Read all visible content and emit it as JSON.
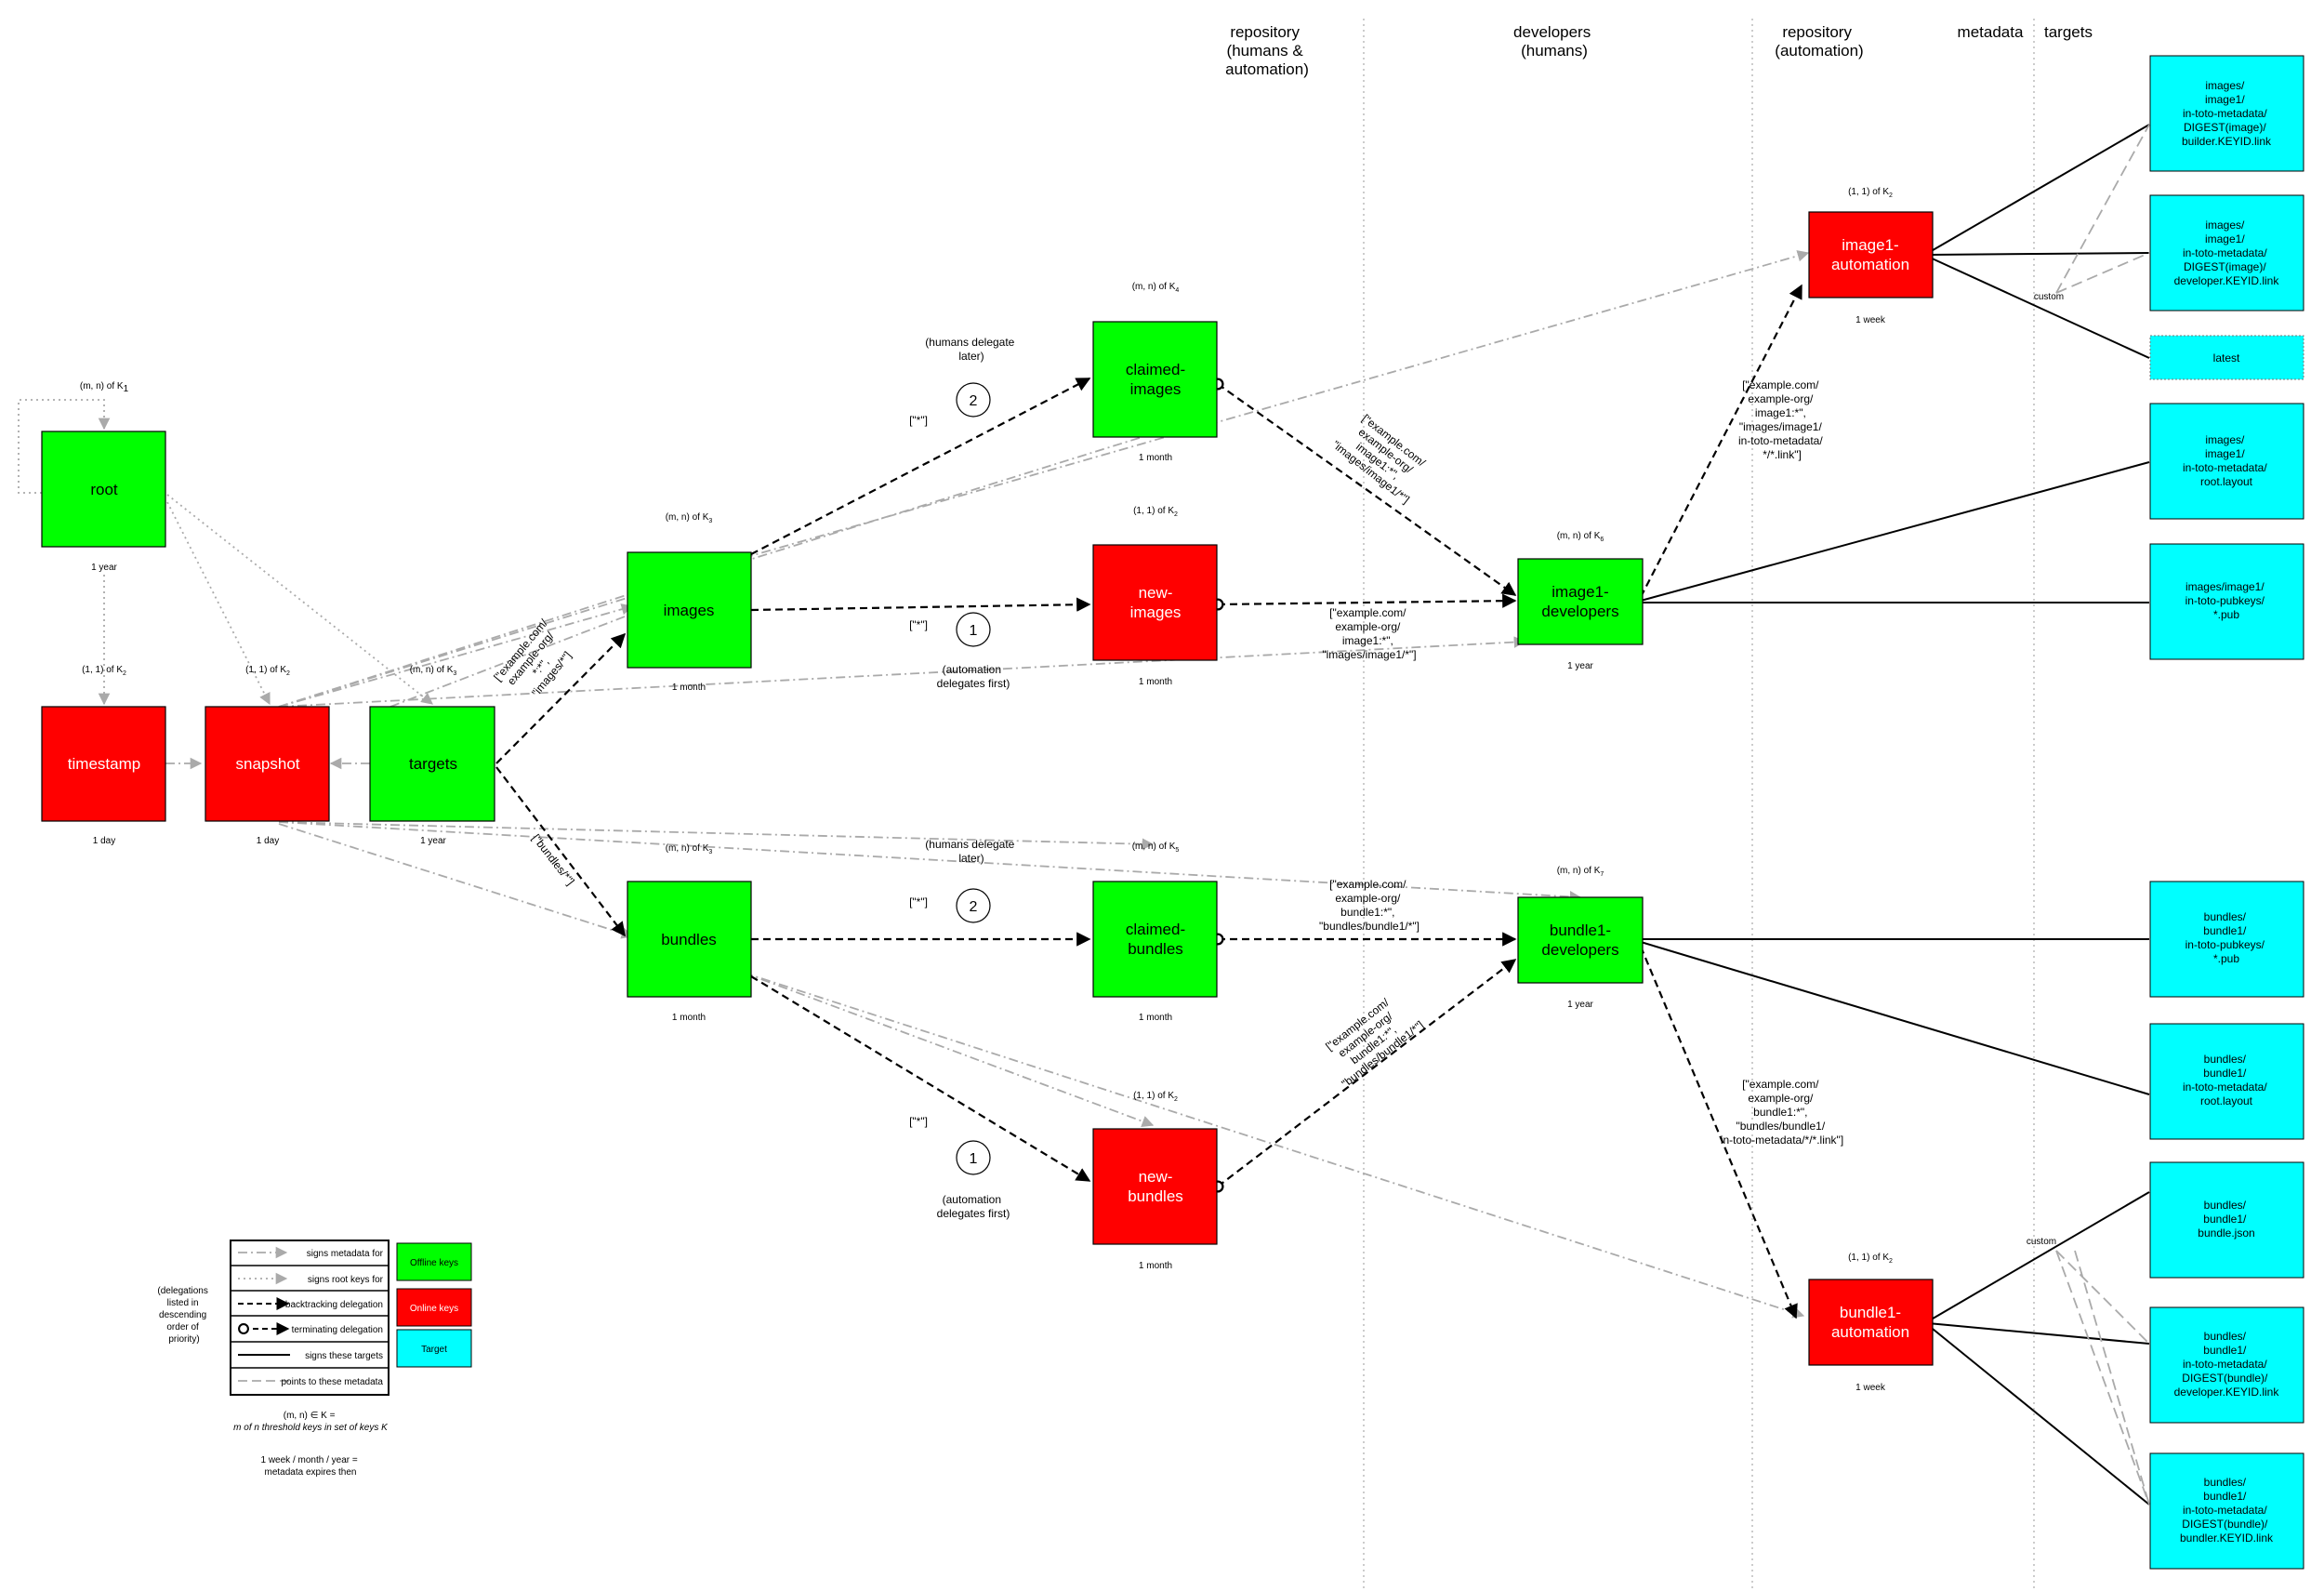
{
  "colors": {
    "offline": "#00ff00",
    "online": "#ff0000",
    "target": "#00ffff",
    "meta_link": "#aaaaaa"
  },
  "columns": {
    "repo_humans": [
      "repository",
      "(humans &",
      "automation)"
    ],
    "developers": [
      "developers",
      "(humans)"
    ],
    "repo_automation": [
      "repository",
      "(automation)"
    ],
    "metadata": "metadata",
    "targets": "targets"
  },
  "roles": {
    "root": {
      "label": [
        "root"
      ],
      "keys": "(m, n) of K",
      "sub": "1",
      "expiry": "1 year",
      "key_type": "offline"
    },
    "timestamp": {
      "label": [
        "timestamp"
      ],
      "keys": "(1, 1) of K",
      "sub": "2",
      "expiry": "1 day",
      "key_type": "online"
    },
    "snapshot": {
      "label": [
        "snapshot"
      ],
      "keys": "(1, 1) of K",
      "sub": "2",
      "expiry": "1 day",
      "key_type": "online"
    },
    "targets": {
      "label": [
        "targets"
      ],
      "keys": "(m, n) of K",
      "sub": "3",
      "expiry": "1 year",
      "key_type": "offline"
    },
    "images": {
      "label": [
        "images"
      ],
      "keys": "(m, n) of K",
      "sub": "3",
      "expiry": "1 month",
      "key_type": "offline"
    },
    "bundles": {
      "label": [
        "bundles"
      ],
      "keys": "(m, n) of K",
      "sub": "3",
      "expiry": "1 month",
      "key_type": "offline"
    },
    "claimed_images": {
      "label": [
        "claimed-",
        "images"
      ],
      "keys": "(m, n) of K",
      "sub": "4",
      "expiry": "1 month",
      "key_type": "offline"
    },
    "new_images": {
      "label": [
        "new-",
        "images"
      ],
      "keys": "(1, 1) of K",
      "sub": "2",
      "expiry": "1 month",
      "key_type": "online"
    },
    "claimed_bundles": {
      "label": [
        "claimed-",
        "bundles"
      ],
      "keys": "(m, n) of K",
      "sub": "5",
      "expiry": "1 month",
      "key_type": "offline"
    },
    "new_bundles": {
      "label": [
        "new-",
        "bundles"
      ],
      "keys": "(1, 1) of K",
      "sub": "2",
      "expiry": "1 month",
      "key_type": "online"
    },
    "image1_developers": {
      "label": [
        "image1-",
        "developers"
      ],
      "keys": "(m, n) of K",
      "sub": "6",
      "expiry": "1 year",
      "key_type": "offline"
    },
    "bundle1_developers": {
      "label": [
        "bundle1-",
        "developers"
      ],
      "keys": "(m, n) of K",
      "sub": "7",
      "expiry": "1 year",
      "key_type": "offline"
    },
    "image1_automation": {
      "label": [
        "image1-",
        "automation"
      ],
      "keys": "(1, 1) of K",
      "sub": "2",
      "expiry": "1 week",
      "key_type": "online"
    },
    "bundle1_automation": {
      "label": [
        "bundle1-",
        "automation"
      ],
      "keys": "(1, 1) of K",
      "sub": "2",
      "expiry": "1 week",
      "key_type": "online"
    }
  },
  "targets_list": {
    "t1": [
      "images/",
      "image1/",
      "in-toto-metadata/",
      "DIGEST(image)/",
      "builder.KEYID.link"
    ],
    "t2": [
      "images/",
      "image1/",
      "in-toto-metadata/",
      "DIGEST(image)/",
      "developer.KEYID.link"
    ],
    "t3": [
      "latest"
    ],
    "t4": [
      "images/",
      "image1/",
      "in-toto-metadata/",
      "root.layout"
    ],
    "t5": [
      "images/image1/",
      "in-toto-pubkeys/",
      "*.pub"
    ],
    "t6": [
      "bundles/",
      "bundle1/",
      "in-toto-pubkeys/",
      "*.pub"
    ],
    "t7": [
      "bundles/",
      "bundle1/",
      "in-toto-metadata/",
      "root.layout"
    ],
    "t8": [
      "bundles/",
      "bundle1/",
      "bundle.json"
    ],
    "t9": [
      "bundles/",
      "bundle1/",
      "in-toto-metadata/",
      "DIGEST(bundle)/",
      "developer.KEYID.link"
    ],
    "t10": [
      "bundles/",
      "bundle1/",
      "in-toto-metadata/",
      "DIGEST(bundle)/",
      "bundler.KEYID.link"
    ]
  },
  "edge_labels": {
    "targets_images": [
      "[\"example.com/",
      "example-org/",
      "*:*\",",
      "\"images/*\"]"
    ],
    "targets_bundles": "[\"bundles/*\"]",
    "images_claimed": "[\"*\"]",
    "images_new": "[\"*\"]",
    "bundles_claimed": "[\"*\"]",
    "bundles_new": "[\"*\"]",
    "claimed_images_dev": [
      "[\"example.com/",
      "example-org/",
      "image1:*\",",
      "\"images/image1/*\"]"
    ],
    "new_images_dev": [
      "[\"example.com/",
      "example-org/",
      "image1:*\",",
      "\"images/image1/*\"]"
    ],
    "claimed_bundles_dev": [
      "[\"example.com/",
      "example-org/",
      "bundle1:*\",",
      "\"bundles/bundle1/*\"]"
    ],
    "new_bundles_dev": [
      "[\"example.com/",
      "example-org/",
      "bundle1:*\",",
      "\"bundles/bundle1/*\"]"
    ],
    "image_dev_auto": [
      "[\"example.com/",
      "example-org/",
      "image1:*\",",
      "\"images/image1/",
      "in-toto-metadata/",
      "*/*.link\"]"
    ],
    "bundle_dev_auto": [
      "[\"example.com/",
      "example-org/",
      "bundle1:*\",",
      "\"bundles/bundle1/",
      "in-toto-metadata/*/*.link\"]"
    ],
    "custom": "custom"
  },
  "priority_notes": {
    "humans_delegate_later": [
      "(humans delegate",
      "later)"
    ],
    "automation_delegates_first": [
      "(automation",
      "delegates first)"
    ],
    "order_1": "1",
    "order_2": "2"
  },
  "legend": {
    "signs_metadata_for": "signs metadata for",
    "signs_root_keys_for": "signs root keys for",
    "backtracking_delegation": "backtracking delegation",
    "terminating_delegation": "terminating delegation",
    "signs_these_targets": "signs these targets",
    "points_to_these_metadata": "points to these metadata",
    "offline_keys": "Offline keys",
    "online_keys": "Online keys",
    "target": "Target",
    "delegation_note": [
      "(delegations",
      "listed in",
      "descending",
      "order of",
      "priority)"
    ],
    "threshold_note": [
      "(m, n) ∈ K =",
      "m of n threshold keys in set of keys K"
    ],
    "expiry_note": [
      "1 week / month / year =",
      "metadata expires then"
    ]
  }
}
